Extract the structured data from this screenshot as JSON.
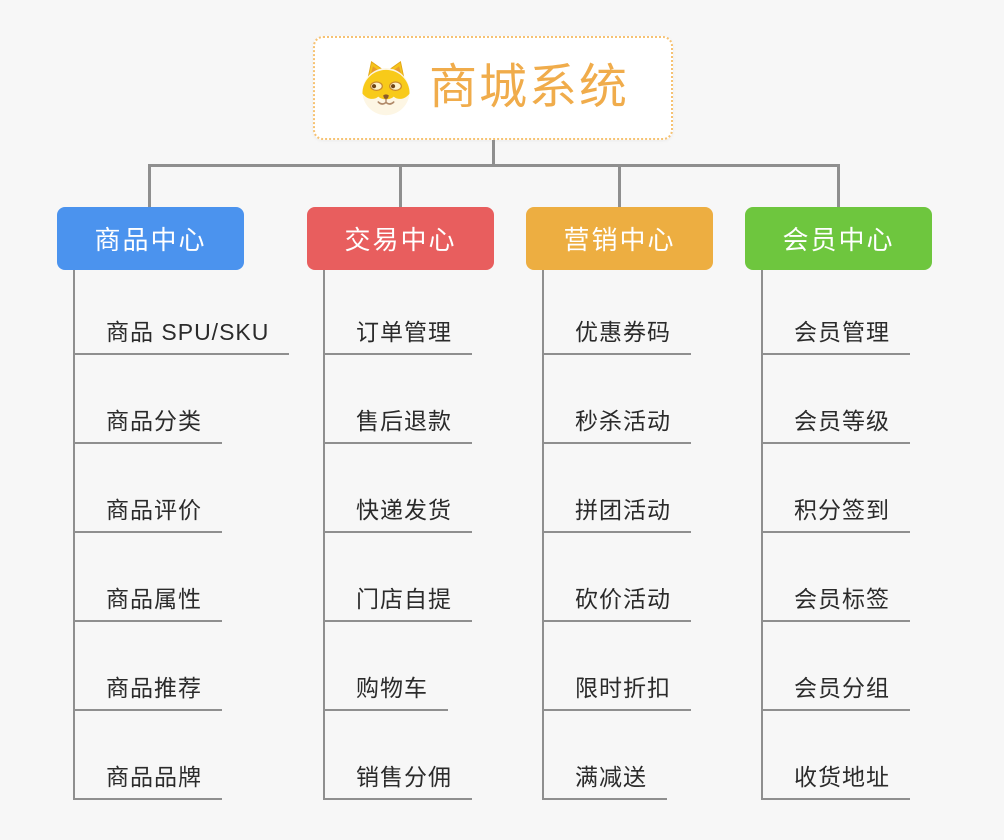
{
  "colors": {
    "background": "#f7f7f7",
    "line": "#8f8f8f",
    "root_border": "#f6c273",
    "root_text": "#f0ac4b",
    "leaf_text": "#2b2b2b"
  },
  "root": {
    "title": "商城系统",
    "icon": "doge-icon"
  },
  "branches": [
    {
      "label": "商品中心",
      "color": "#4b93ee",
      "children": [
        "商品 SPU/SKU",
        "商品分类",
        "商品评价",
        "商品属性",
        "商品推荐",
        "商品品牌"
      ]
    },
    {
      "label": "交易中心",
      "color": "#e85e5e",
      "children": [
        "订单管理",
        "售后退款",
        "快递发货",
        "门店自提",
        "购物车",
        "销售分佣"
      ]
    },
    {
      "label": "营销中心",
      "color": "#edae41",
      "children": [
        "优惠券码",
        "秒杀活动",
        "拼团活动",
        "砍价活动",
        "限时折扣",
        "满减送"
      ]
    },
    {
      "label": "会员中心",
      "color": "#6ec63e",
      "children": [
        "会员管理",
        "会员等级",
        "积分签到",
        "会员标签",
        "会员分组",
        "收货地址"
      ]
    }
  ]
}
